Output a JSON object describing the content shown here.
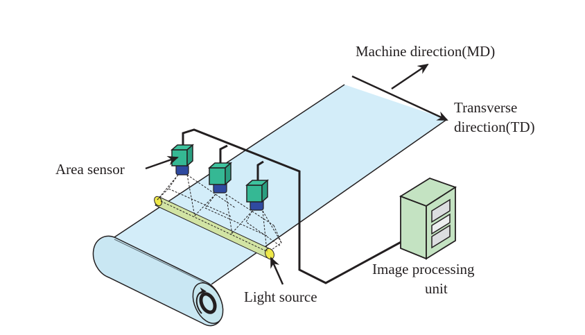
{
  "labels": {
    "machine_direction": "Machine direction(MD)",
    "transverse_line1": "Transverse",
    "transverse_line2": "direction(TD)",
    "area_sensor": "Area sensor",
    "light_source": "Light source",
    "ipu_line1": "Image processing",
    "ipu_line2": "unit"
  },
  "colors": {
    "web": "#d3edf9",
    "camera_body": "#35b894",
    "camera_lens": "#2f4aa0",
    "light_rod": "#d2e4a4",
    "light_ends": "#eee84a",
    "processing_unit": "#c4e3c2",
    "panel": "#dcdee0",
    "line": "#231f20"
  },
  "icons": [
    "area-sensor-camera",
    "light-source-rod",
    "roller",
    "image-processing-unit",
    "direction-arrow"
  ]
}
